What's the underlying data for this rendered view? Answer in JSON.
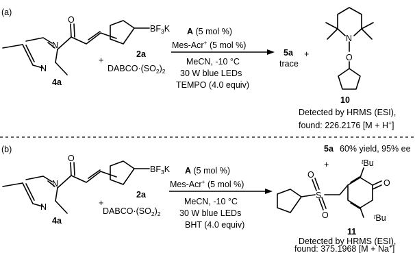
{
  "panel_a": {
    "label": "(a)",
    "substrate": {
      "label": "4a",
      "atoms": {
        "n1": "N",
        "n2": "N",
        "o": "O"
      }
    },
    "plus_1": "+",
    "reagent_ring": {
      "label": "2a",
      "group_main": "BF",
      "group_sub": "3",
      "group_tail": "K"
    },
    "additive": {
      "main": "DABCO",
      "dot": "·",
      "paren": "(SO",
      "sub1": "2",
      "close": ")",
      "sub2": "2"
    },
    "conditions": {
      "line1_bold": "A",
      "line1_rest": " (5 mol %)",
      "line2_main": "Mes-Acr",
      "line2_sup": "+",
      "line2_rest": " (5 mol %)",
      "line3": "MeCN, -10 °C",
      "line4": "30 W blue LEDs",
      "line5": "TEMPO (4.0 equiv)"
    },
    "product": {
      "label": "5a",
      "note": "trace"
    },
    "plus_2": "+",
    "adduct": {
      "label": "10",
      "atoms": {
        "n": "N",
        "o": "O"
      }
    },
    "hrms_line1": "Detected by HRMS (ESI),",
    "hrms_line2_main": "found: 226.2176 [M + H",
    "hrms_line2_sup": "+",
    "hrms_line2_end": "]"
  },
  "panel_b": {
    "label": "(b)",
    "substrate": {
      "label": "4a",
      "atoms": {
        "n1": "N",
        "n2": "N",
        "o": "O"
      }
    },
    "plus_1": "+",
    "reagent_ring": {
      "label": "2a",
      "group_main": "BF",
      "group_sub": "3",
      "group_tail": "K"
    },
    "additive": {
      "main": "DABCO",
      "dot": "·",
      "paren": "(SO",
      "sub1": "2",
      "close": ")",
      "sub2": "2"
    },
    "conditions": {
      "line1_bold": "A",
      "line1_rest": " (5 mol %)",
      "line2_main": "Mes-Acr",
      "line2_sup": "+",
      "line2_rest": " (5 mol %)",
      "line3": "MeCN, -10 °C",
      "line4": "30 W blue LEDs",
      "line5": "BHT (4.0 equiv)"
    },
    "product": {
      "label": "5a",
      "result": "60% yield, 95% ee"
    },
    "plus_2": "+",
    "adduct": {
      "label": "11",
      "atoms": {
        "s": "S",
        "o1": "O",
        "o2": "O",
        "o_keto": "O"
      },
      "tbu_t": "t",
      "tbu_bu": "Bu"
    },
    "hrms_line1": "Detected by HRMS (ESI),",
    "hrms_line2_main": "found: 375.1968 [M + Na",
    "hrms_line2_sup": "+",
    "hrms_line2_end": "]"
  }
}
